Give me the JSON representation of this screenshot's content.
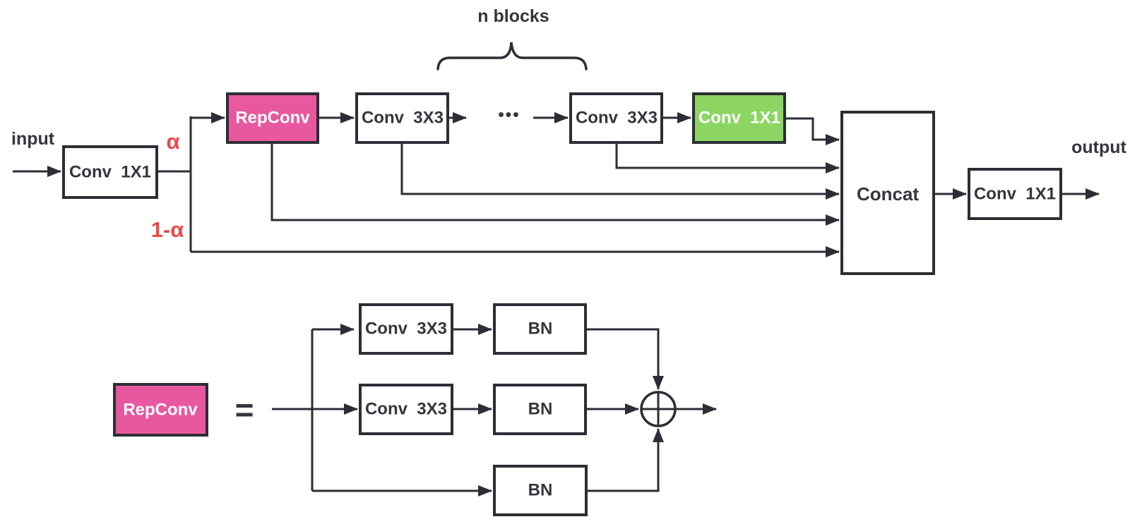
{
  "top": {
    "n_blocks": "n blocks",
    "input": "input",
    "output": "output",
    "alpha": "α",
    "one_minus_alpha": "1-α",
    "dots": "•••",
    "conv_in": "Conv  1X1",
    "repconv": "RepConv",
    "conv3x3_first": "Conv  3X3",
    "conv3x3_last": "Conv  3X3",
    "conv1x1_green": "Conv  1X1",
    "concat": "Concat",
    "conv_out": "Conv  1X1"
  },
  "detail": {
    "repconv": "RepConv",
    "equals": "=",
    "branch_top": {
      "conv": "Conv  3X3",
      "bn": "BN"
    },
    "branch_mid": {
      "conv": "Conv  3X3",
      "bn": "BN"
    },
    "branch_bottom": {
      "bn": "BN"
    }
  },
  "colors": {
    "pink": "#e7589f",
    "green": "#8cd563",
    "line": "#2b2e35",
    "red": "#e84a4d",
    "text": "#33363c",
    "background": "#ffffff"
  }
}
